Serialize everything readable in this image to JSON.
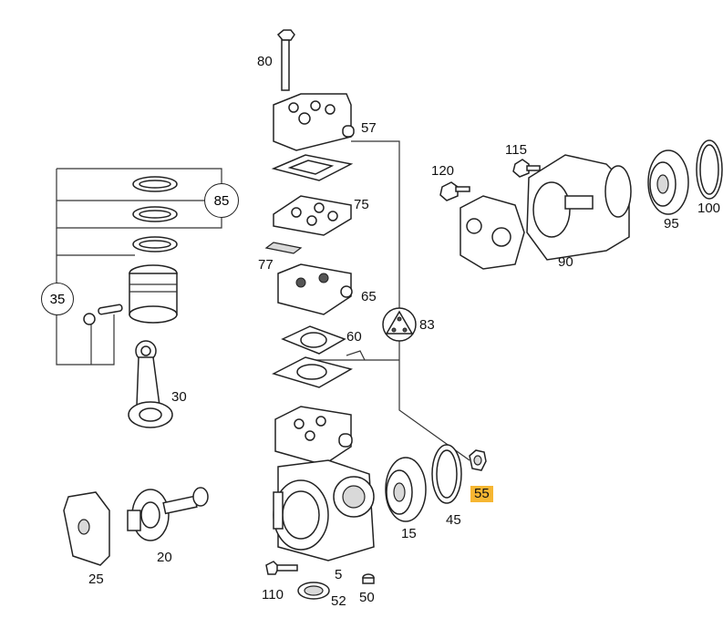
{
  "labels": {
    "p80": "80",
    "p57": "57",
    "p85": "85",
    "p75": "75",
    "p77": "77",
    "p65": "65",
    "p35": "35",
    "p83": "83",
    "p60": "60",
    "p30": "30",
    "p115": "115",
    "p120": "120",
    "p90": "90",
    "p95": "95",
    "p100": "100",
    "p55": "55",
    "p45": "45",
    "p15": "15",
    "p5": "5",
    "p20": "20",
    "p25": "25",
    "p110": "110",
    "p52": "52",
    "p50": "50"
  },
  "highlight": {
    "part": "55",
    "color": "#f6b632"
  }
}
